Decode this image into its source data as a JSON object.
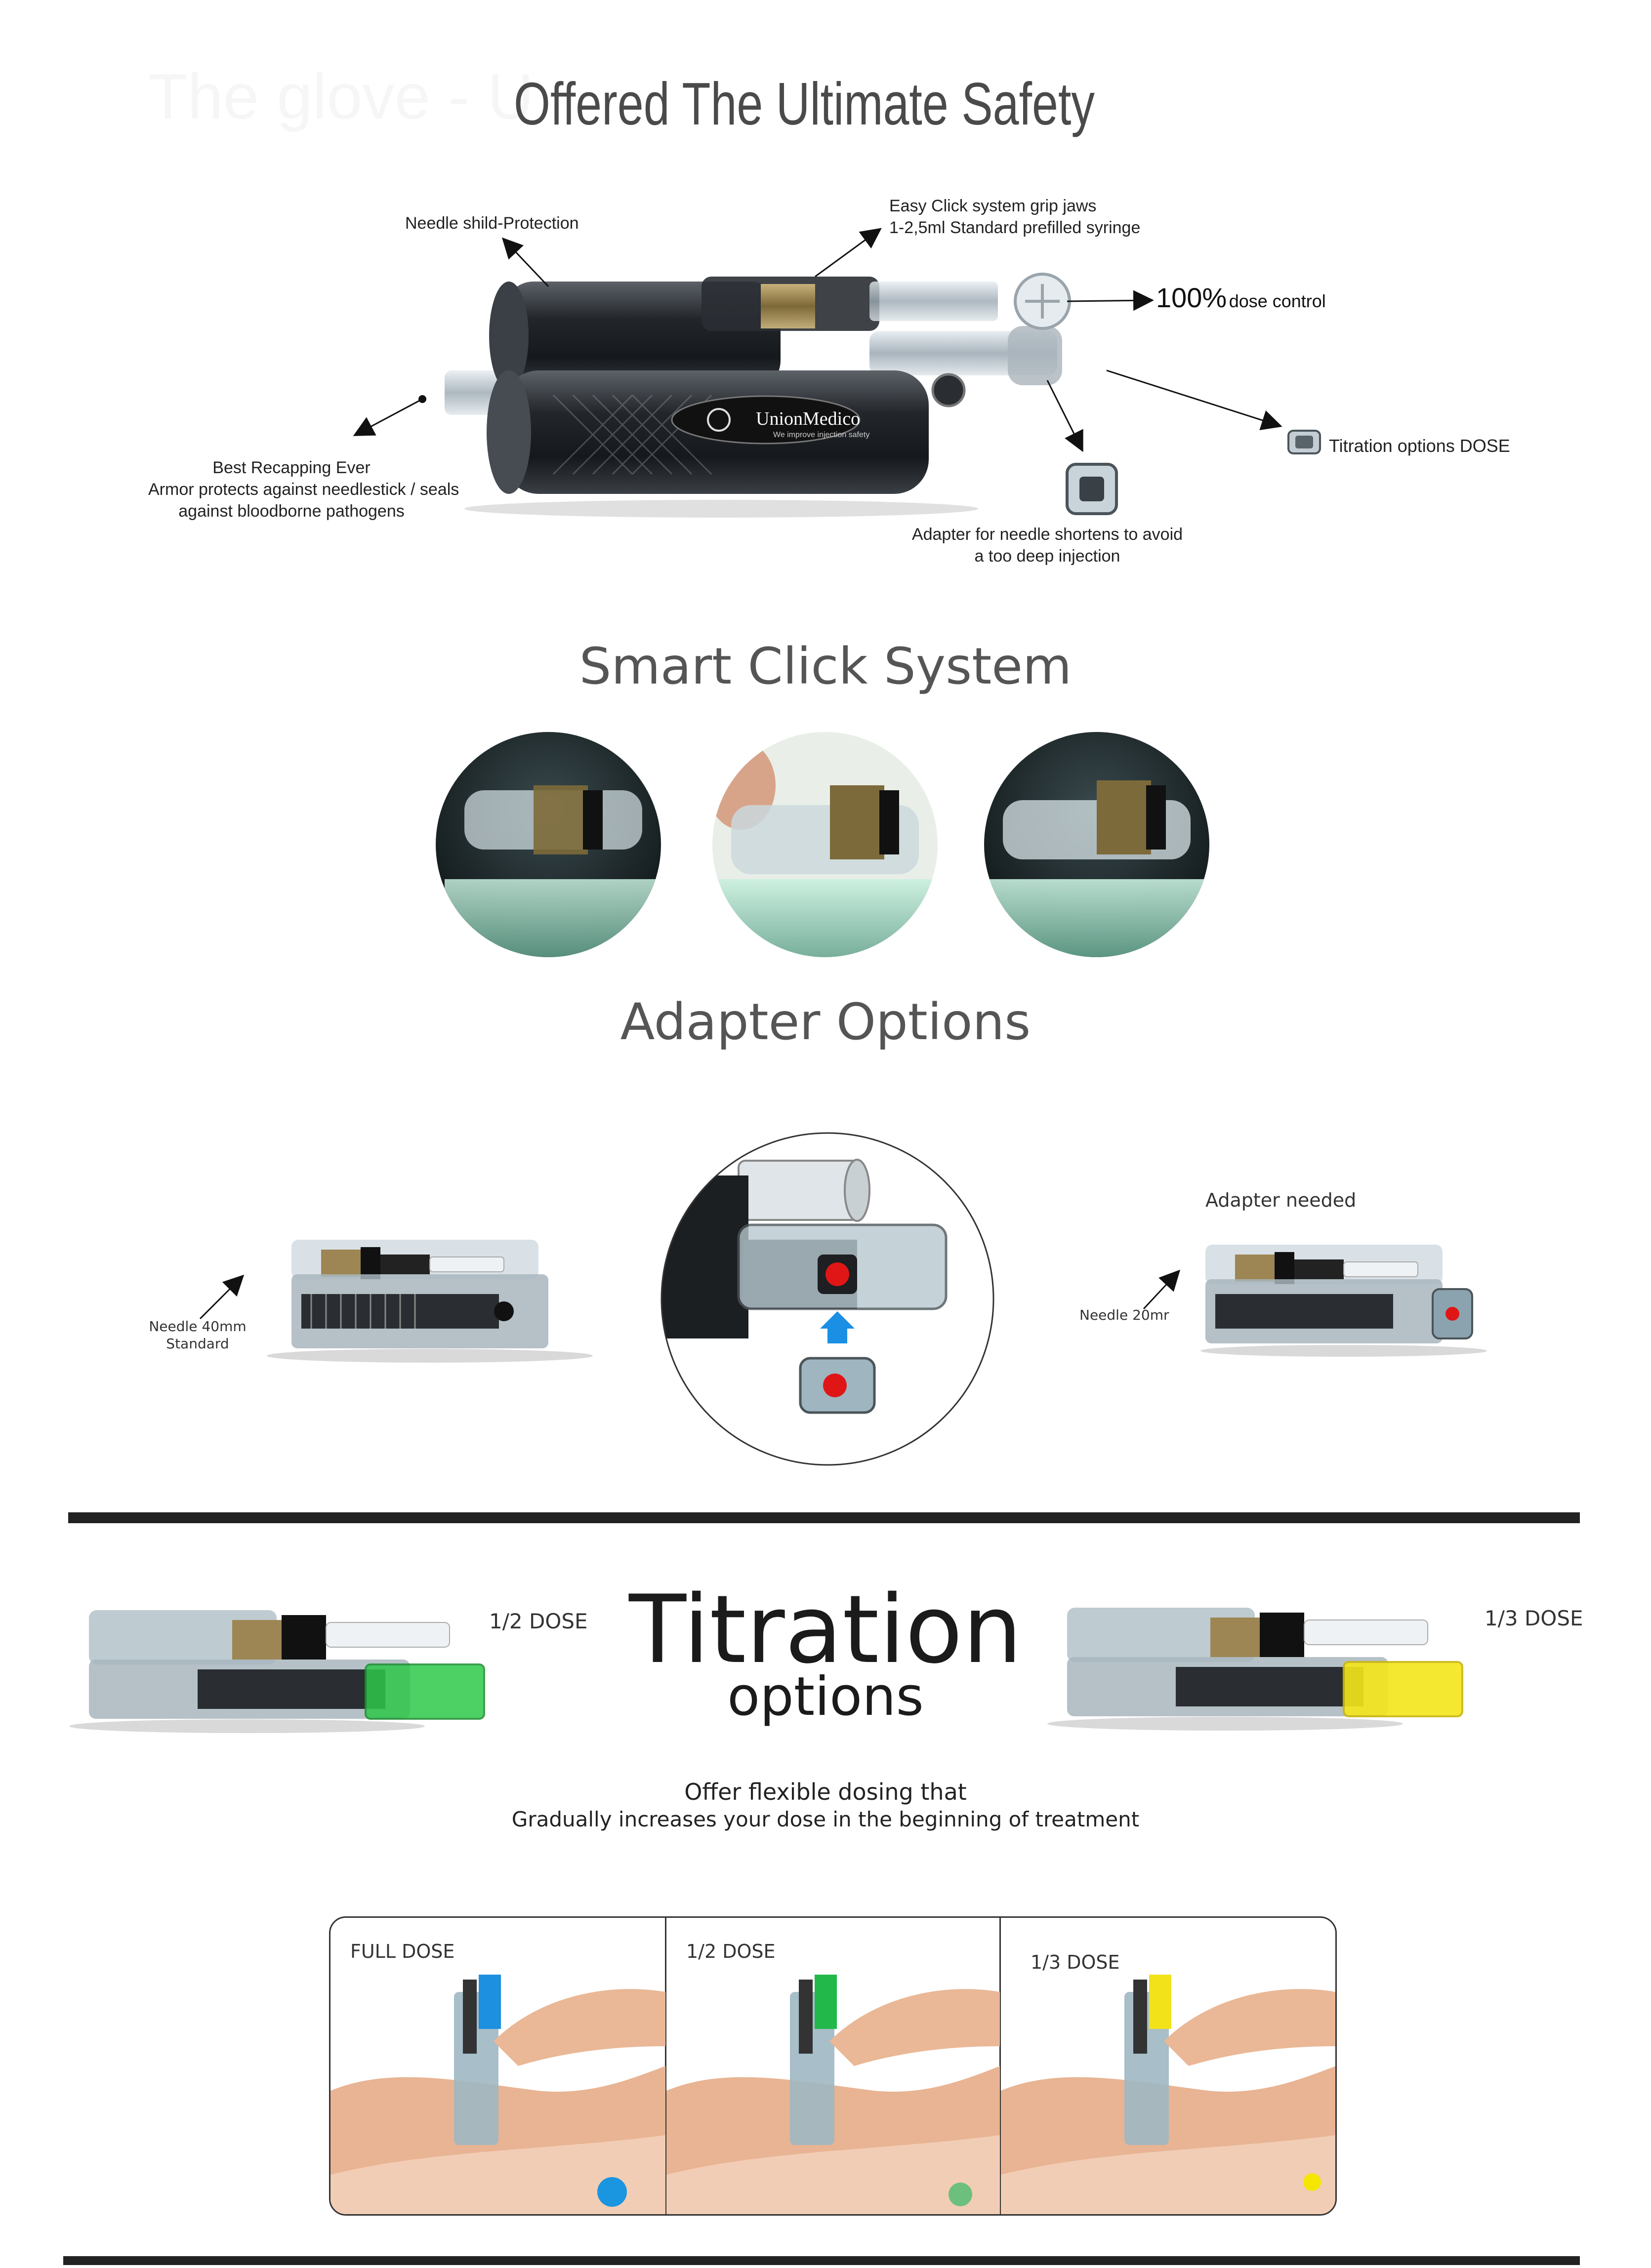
{
  "header": {
    "ghost_text": "The glove - U",
    "title": "Offered The Ultimate Safety"
  },
  "hero": {
    "brand": "UnionMedico",
    "brand_tagline": "We improve injection safety",
    "callouts": {
      "needle_shield": "Needle shild-Protection",
      "grip_line1": "Easy Click system grip jaws",
      "grip_line2": "1-2,5ml Standard prefilled syringe",
      "dose_big": "100%",
      "dose_small": "dose control",
      "titration": "Titration options DOSE",
      "recap_line1": "Best Recapping Ever",
      "recap_line2": "Armor protects against needlestick / seals",
      "recap_line3": "against bloodborne pathogens",
      "adapter_line1": "Adapter for needle shortens to avoid",
      "adapter_line2": "a too deep injection"
    }
  },
  "smart_click": {
    "title": "Smart Click System"
  },
  "adapter_options": {
    "title": "Adapter Options",
    "left_label_line1": "Needle 40mm",
    "left_label_line2": "Standard",
    "right_heading": "Adapter needed",
    "right_label": "Needle 20mr"
  },
  "titration": {
    "big": "Titration",
    "sub": "options",
    "half_label": "1/2 DOSE",
    "third_label": "1/3 DOSE",
    "desc_line1": "Offer flexible dosing that",
    "desc_line2": "Gradually increases your dose in the beginning of treatment",
    "panels": [
      {
        "label": "FULL DOSE",
        "color": "#1e90e0",
        "dot_color": "#1a95e0"
      },
      {
        "label": "1/2 DOSE",
        "color": "#22b84a",
        "dot_color": "#6cbf7d"
      },
      {
        "label": "1/3 DOSE",
        "color": "#f2e21a",
        "dot_color": "#f5e600"
      }
    ]
  }
}
